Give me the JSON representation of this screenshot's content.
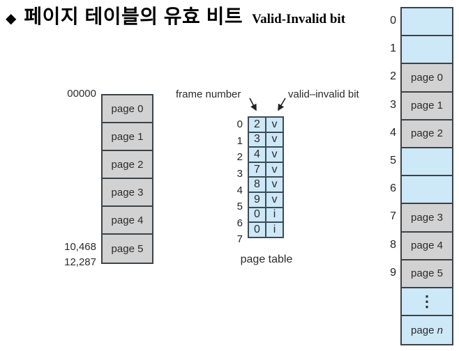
{
  "title": {
    "bullet": "◆",
    "korean": "페이지 테이블의 유효 비트",
    "english": "Valid-Invalid bit"
  },
  "colors": {
    "cell_blue": "#cde8f7",
    "cell_gray": "#d2d2d2",
    "border_dark": "#3c4247",
    "text": "#222222"
  },
  "logical_memory": {
    "top_address": "00000",
    "address_page5": "10,468",
    "address_bottom": "12,287",
    "pages": [
      "page 0",
      "page 1",
      "page 2",
      "page 3",
      "page 4",
      "page 5"
    ]
  },
  "page_table": {
    "frame_number_label": "frame number",
    "valid_invalid_label": "valid–invalid bit",
    "caption": "page table",
    "rows": [
      {
        "index": "0",
        "frame": "2",
        "bit": "v"
      },
      {
        "index": "1",
        "frame": "3",
        "bit": "v"
      },
      {
        "index": "2",
        "frame": "4",
        "bit": "v"
      },
      {
        "index": "3",
        "frame": "7",
        "bit": "v"
      },
      {
        "index": "4",
        "frame": "8",
        "bit": "v"
      },
      {
        "index": "5",
        "frame": "9",
        "bit": "v"
      },
      {
        "index": "6",
        "frame": "0",
        "bit": "i"
      },
      {
        "index": "7",
        "frame": "0",
        "bit": "i"
      }
    ]
  },
  "physical_memory": {
    "frame_indexes": [
      "0",
      "1",
      "2",
      "3",
      "4",
      "5",
      "6",
      "7",
      "8",
      "9",
      "",
      ""
    ],
    "cells": [
      {
        "label": "",
        "type": "free"
      },
      {
        "label": "",
        "type": "free"
      },
      {
        "label": "page 0",
        "type": "page"
      },
      {
        "label": "page 1",
        "type": "page"
      },
      {
        "label": "page 2",
        "type": "page"
      },
      {
        "label": "",
        "type": "free"
      },
      {
        "label": "",
        "type": "free"
      },
      {
        "label": "page 3",
        "type": "page"
      },
      {
        "label": "page 4",
        "type": "page"
      },
      {
        "label": "page 5",
        "type": "page"
      },
      {
        "label": "⋮",
        "type": "ellipsis"
      },
      {
        "label_prefix": "page ",
        "label_italic": "n",
        "type": "page-n"
      }
    ]
  }
}
